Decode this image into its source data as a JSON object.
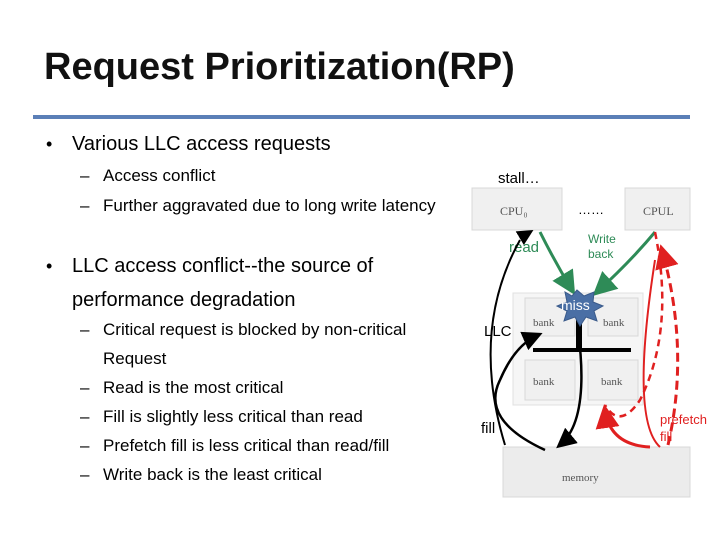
{
  "title": "Request Prioritization(RP)",
  "bullets": {
    "b1": "Various LLC access requests",
    "b1_sub": [
      "Access conflict",
      "Further aggravated due to long write latency"
    ],
    "b2_line1": "LLC access conflict--the source of",
    "b2_line2": "performance degradation",
    "b2_sub": [
      "Critical request is blocked by non-critical",
      "Request",
      "Read is the most critical",
      "Fill is slightly less critical than read",
      "Prefetch fill is less critical than read/fill",
      "Write back is the least critical"
    ]
  },
  "diagram": {
    "stall": "stall…",
    "dots": "……",
    "cpu0": "CPU₀",
    "cpul": "CPUL",
    "read": "read",
    "write_back_line1": "Write",
    "write_back_line2": "back",
    "miss": "miss",
    "llc": "LLC",
    "bank_top_left": "bank",
    "bank_top_right": "bank",
    "bank_bottom_left": "bank",
    "bank_bottom_right": "bank",
    "fill": "fill",
    "memory": "memory",
    "prefetch_line1": "prefetch",
    "prefetch_line2": "fill"
  },
  "colors": {
    "title_rule": "#5b7fb7",
    "read_green": "#2e8b57",
    "prefetch_red": "#e02020",
    "miss_blue": "#4a6fa5"
  }
}
